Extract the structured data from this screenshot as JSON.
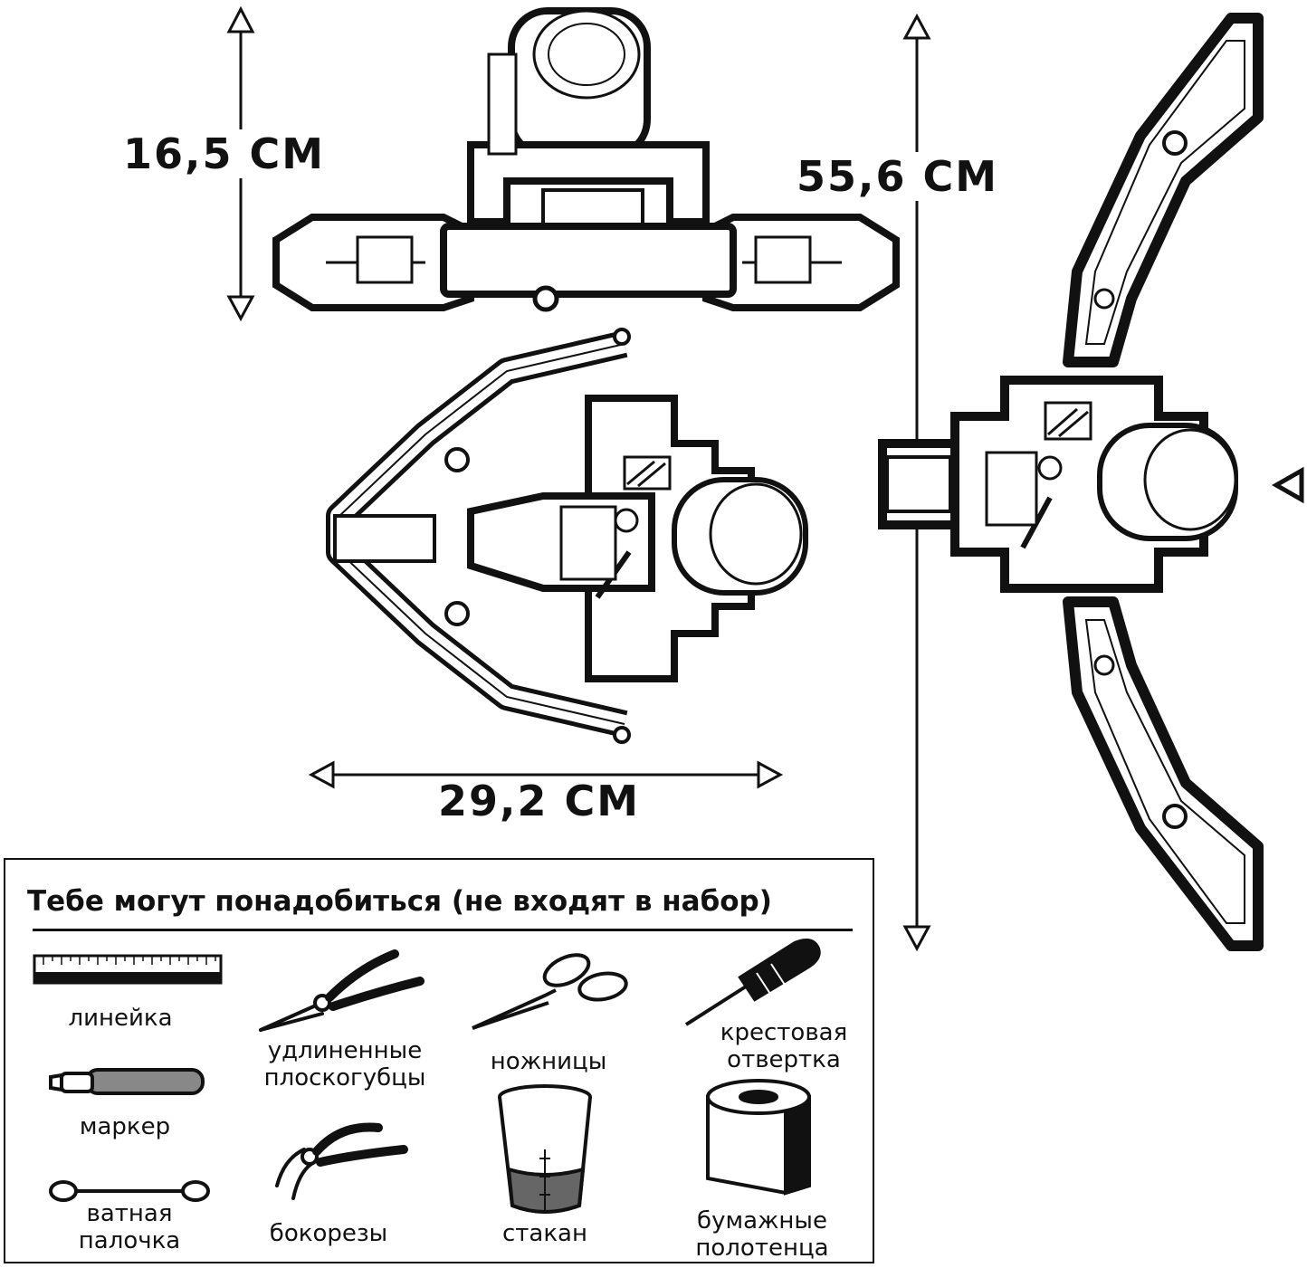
{
  "dimensions": {
    "height_label": "16,5 СМ",
    "length_label": "55,6 СМ",
    "width_label": "29,2 СМ"
  },
  "tools_panel": {
    "title": "Тебе могут понадобиться (не входят в набор)",
    "items": [
      {
        "label": "линейка",
        "icon": "ruler-icon"
      },
      {
        "label": "удлиненные\nплоскогубцы",
        "icon": "long-nose-pliers-icon"
      },
      {
        "label": "ножницы",
        "icon": "scissors-icon"
      },
      {
        "label": "крестовая\nотвертка",
        "icon": "phillips-screwdriver-icon"
      },
      {
        "label": "маркер",
        "icon": "marker-icon"
      },
      {
        "label": "ватная\nпалочка",
        "icon": "cotton-swab-icon"
      },
      {
        "label": "бокорезы",
        "icon": "side-cutters-icon"
      },
      {
        "label": "стакан",
        "icon": "measuring-cup-icon"
      },
      {
        "label": "бумажные\nполотенца",
        "icon": "paper-towel-icon"
      }
    ]
  }
}
